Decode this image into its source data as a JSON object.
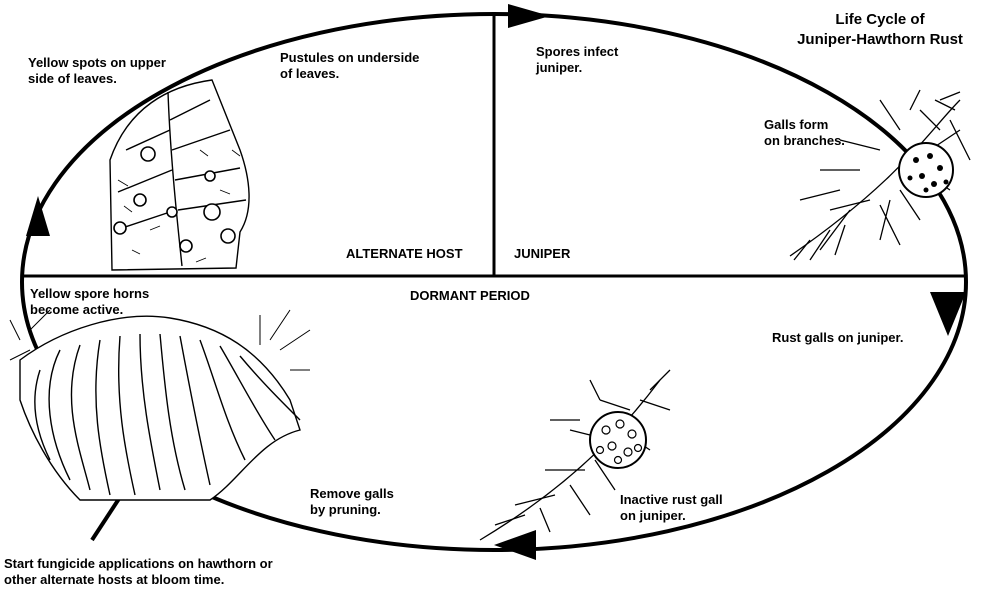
{
  "title": "Life Cycle of\nJuniper-Hawthorn Rust",
  "sections": {
    "alternate_host": "ALTERNATE HOST",
    "juniper": "JUNIPER",
    "dormant": "DORMANT PERIOD"
  },
  "stages": {
    "yellow_spots": "Yellow spots on upper\nside of leaves.",
    "pustules": "Pustules on underside\nof leaves.",
    "spores_infect": "Spores infect\njuniper.",
    "galls_form": "Galls form\non branches.",
    "rust_galls": "Rust galls on juniper.",
    "inactive_gall": "Inactive rust gall\non juniper.",
    "remove_galls": "Remove galls\nby pruning.",
    "spore_horns": "Yellow spore horns\nbecome active.",
    "fungicide": "Start fungicide applications on hawthorn or\nother alternate hosts at bloom time."
  },
  "colors": {
    "ink": "#000000",
    "paper": "#ffffff"
  }
}
